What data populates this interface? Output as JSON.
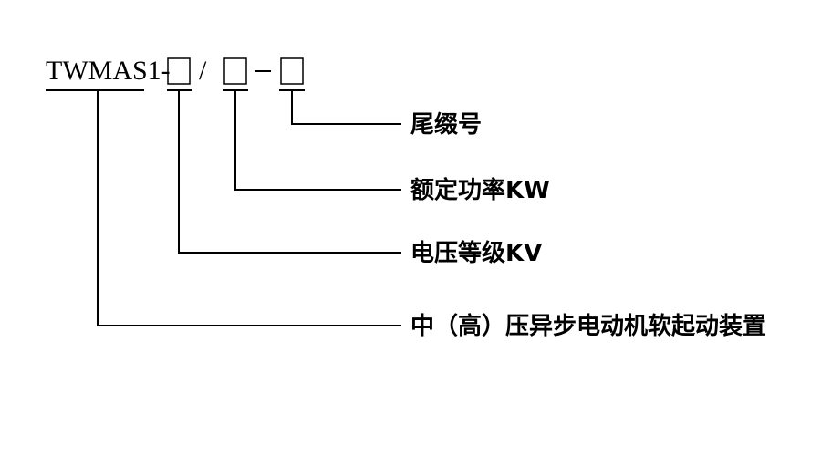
{
  "model": {
    "prefix": "TWMAS1-",
    "separator_slash": "/",
    "separator_dash": "-"
  },
  "labels": {
    "suffix": "尾缀号",
    "rated_power": "额定功率KW",
    "voltage_level": "电压等级KV",
    "device": "中（高）压异步电动机软起动装置"
  }
}
